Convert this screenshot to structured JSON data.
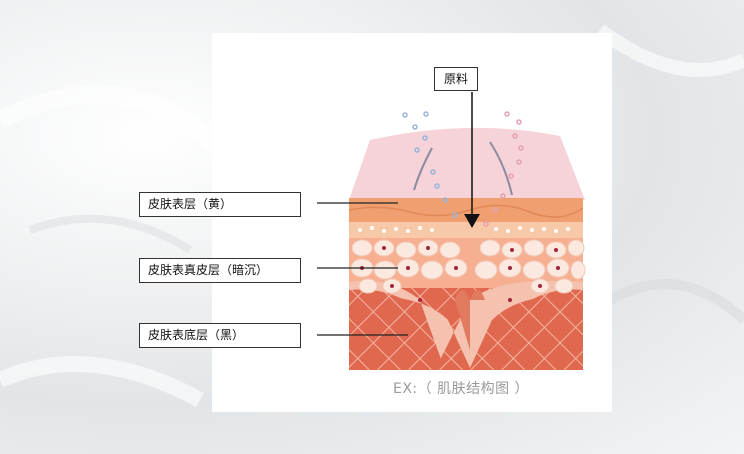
{
  "labels": {
    "raw_material": "原料",
    "epidermis": "皮肤表层（黄）",
    "dermis": "皮肤表真皮层（暗沉）",
    "basal": "皮肤表底层（黑）"
  },
  "caption": "EX:（ 肌肤结构图 ）",
  "colors": {
    "surface": "#f5d3d8",
    "epidermis": "#f4a77f",
    "dermis_cells": "#fbe8de",
    "basal": "#e0684f",
    "nucleus": "#a3263a"
  }
}
